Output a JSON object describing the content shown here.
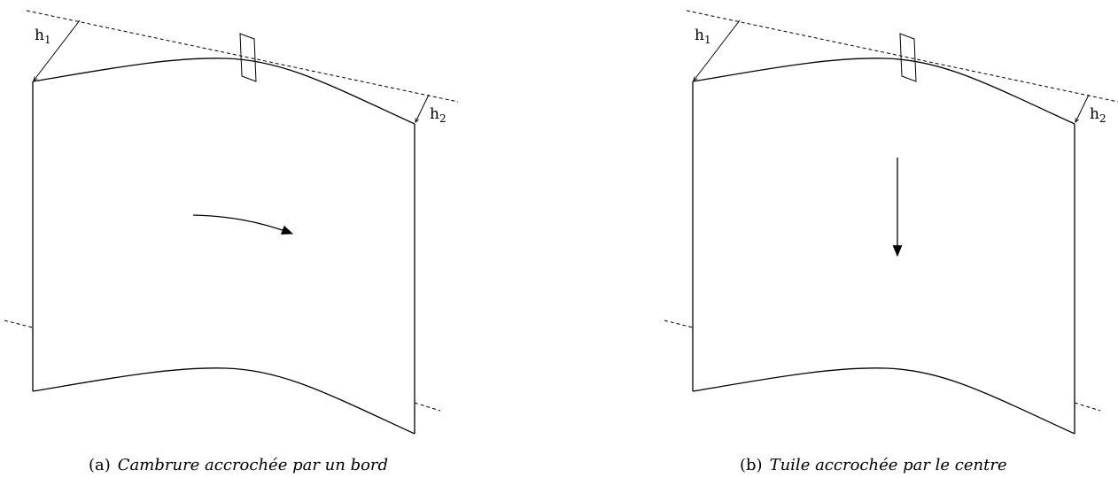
{
  "panels": [
    {
      "id": "a",
      "caption_tag": "(a)",
      "caption_text": "Cambrure accrochée par un bord",
      "label_h1_main": "h",
      "label_h1_sub": "1",
      "label_h2_main": "h",
      "label_h2_sub": "2",
      "arrow": "curved-right"
    },
    {
      "id": "b",
      "caption_tag": "(b)",
      "caption_text": "Tuile accrochée par le centre",
      "label_h1_main": "h",
      "label_h1_sub": "1",
      "label_h2_main": "h",
      "label_h2_sub": "2",
      "arrow": "down"
    }
  ]
}
